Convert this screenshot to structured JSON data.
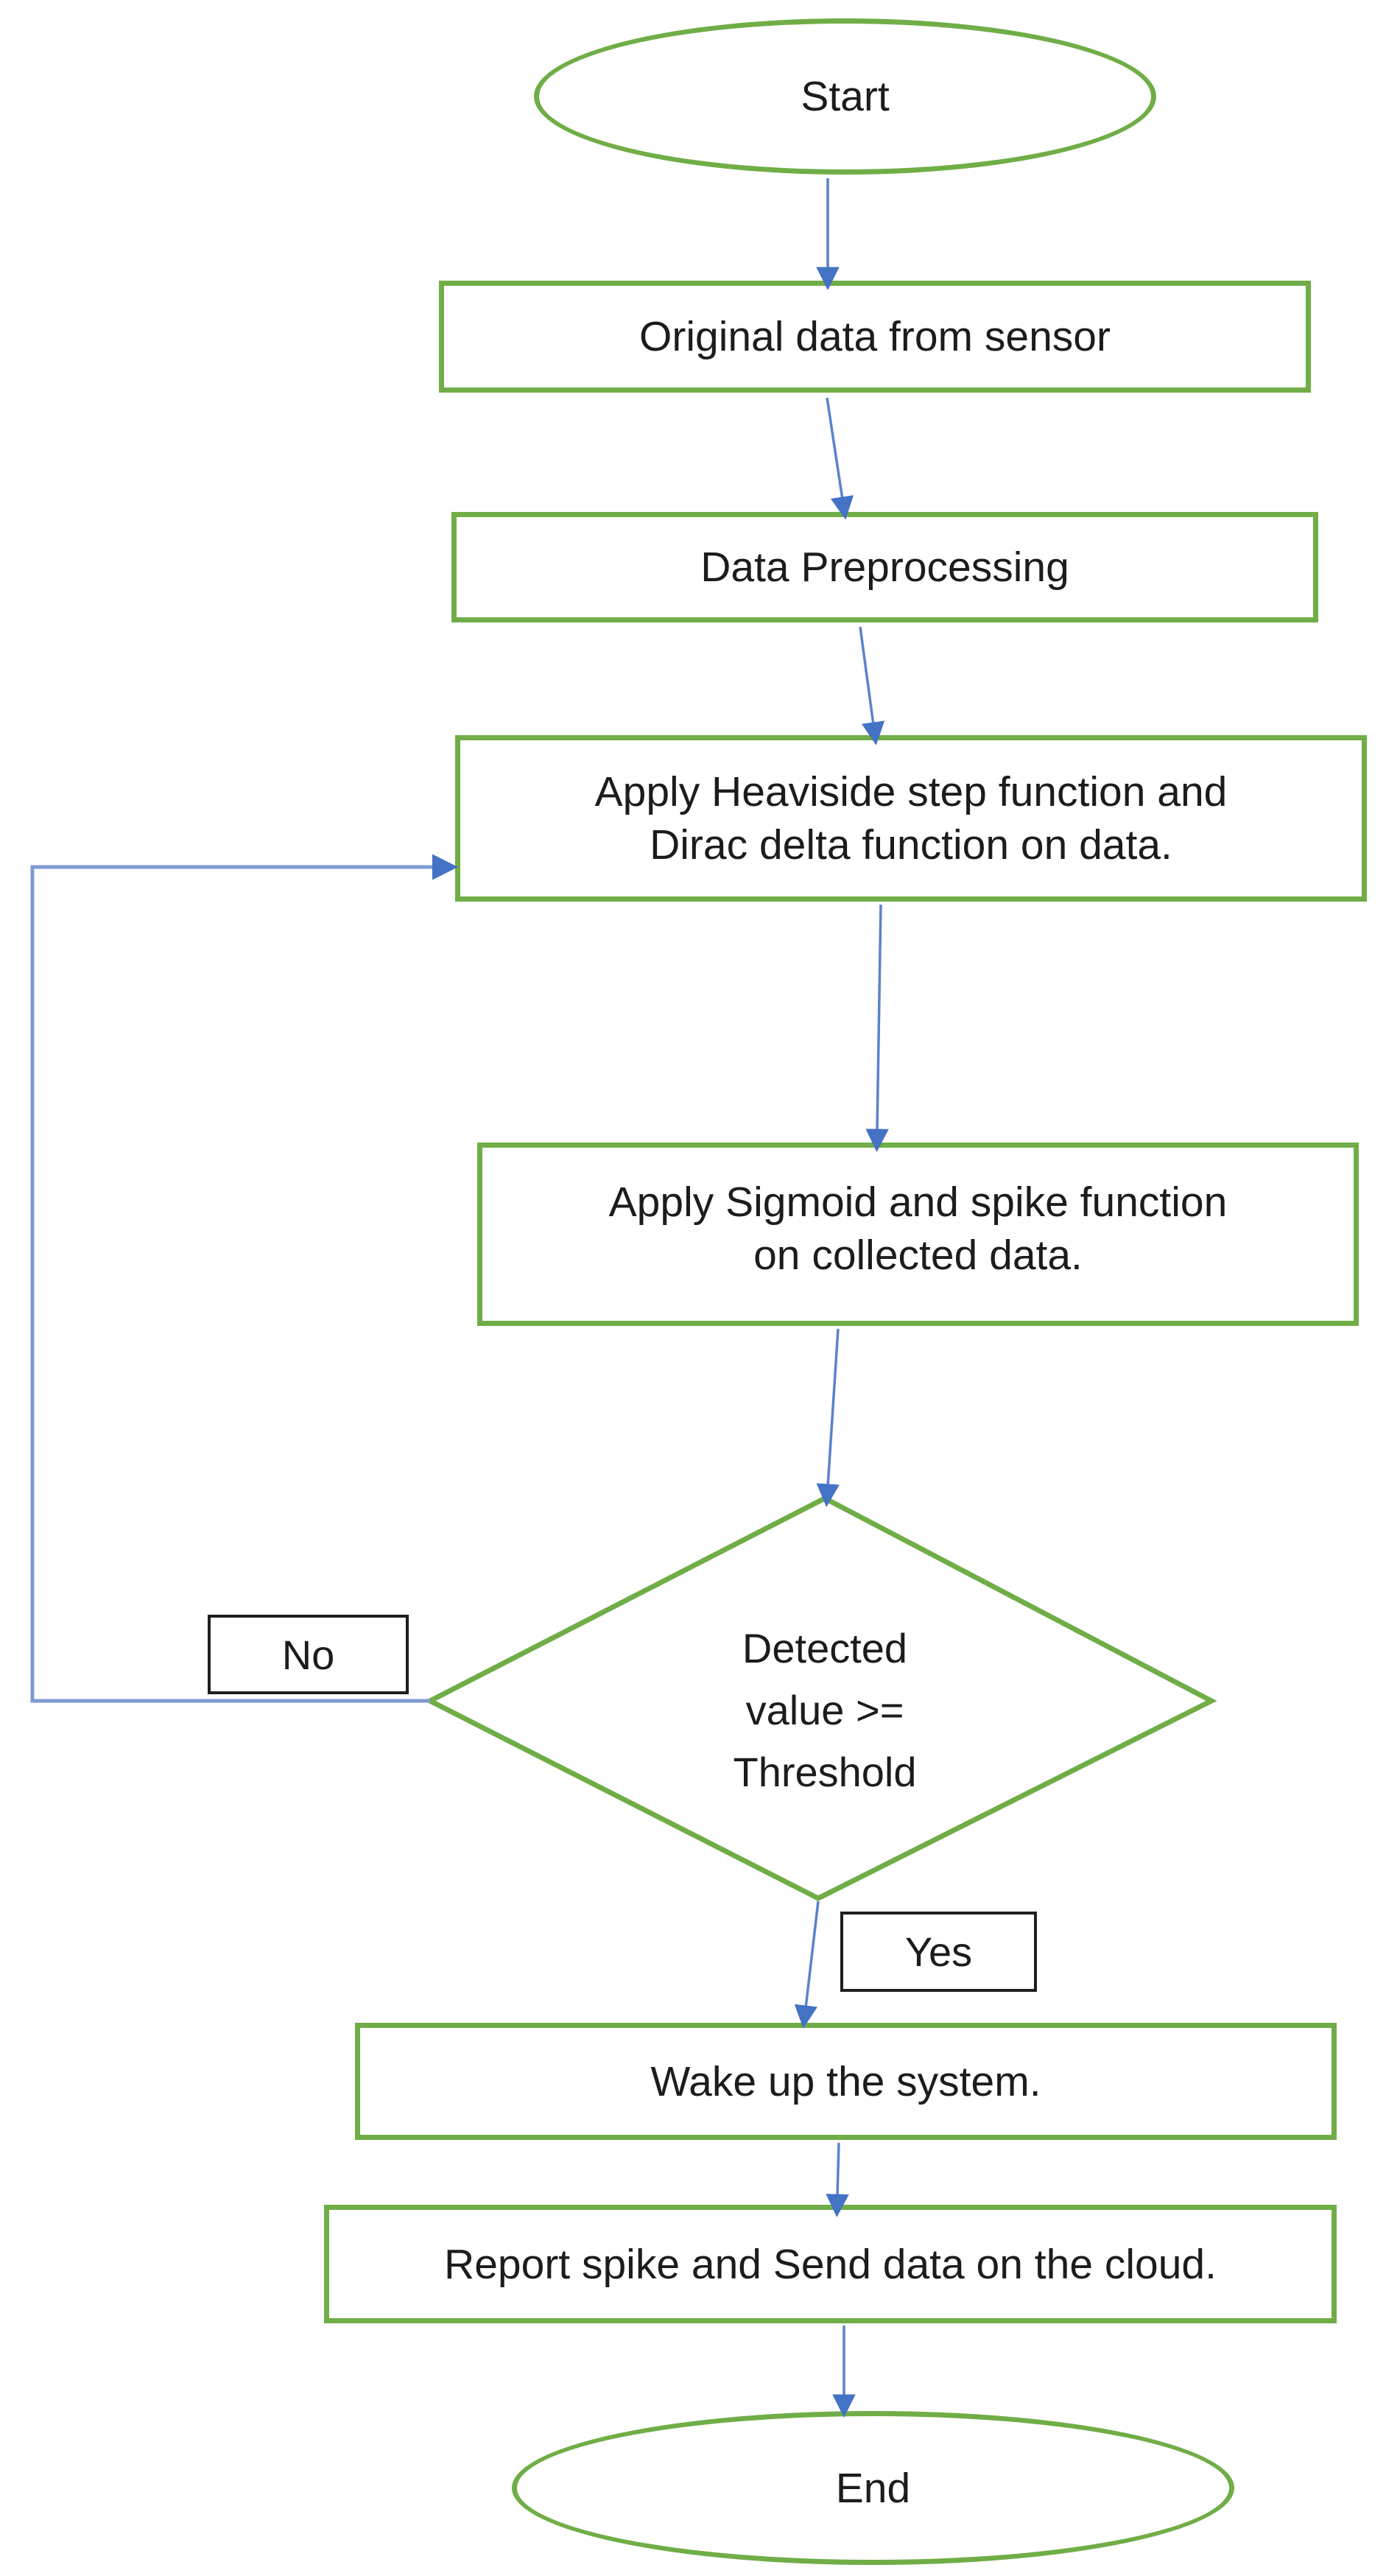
{
  "flowchart": {
    "nodes": {
      "start": {
        "label": "Start",
        "shape": "ellipse"
      },
      "original_data": {
        "label": "Original data from sensor",
        "shape": "rectangle"
      },
      "preprocessing": {
        "label": "Data Preprocessing",
        "shape": "rectangle"
      },
      "heaviside": {
        "full": "Apply Heaviside step function and Dirac delta function on data.",
        "lines": [
          "Apply Heaviside step function and",
          "Dirac delta function on data."
        ],
        "shape": "rectangle"
      },
      "sigmoid": {
        "full": "Apply Sigmoid and spike function on collected data.",
        "lines": [
          "Apply Sigmoid and spike function",
          "on collected data."
        ],
        "shape": "rectangle"
      },
      "decision": {
        "full": "Detected value >= Threshold",
        "lines": [
          "Detected",
          "value >=",
          "Threshold"
        ],
        "shape": "diamond"
      },
      "wake": {
        "label": "Wake up the system.",
        "shape": "rectangle"
      },
      "report": {
        "label": "Report spike and Send data on the cloud.",
        "shape": "rectangle"
      },
      "end": {
        "label": "End",
        "shape": "ellipse"
      }
    },
    "edge_labels": {
      "no": "No",
      "yes": "Yes"
    },
    "edges": [
      {
        "from": "start",
        "to": "original_data"
      },
      {
        "from": "original_data",
        "to": "preprocessing"
      },
      {
        "from": "preprocessing",
        "to": "heaviside"
      },
      {
        "from": "heaviside",
        "to": "sigmoid"
      },
      {
        "from": "sigmoid",
        "to": "decision"
      },
      {
        "from": "decision",
        "to": "heaviside",
        "label": "No"
      },
      {
        "from": "decision",
        "to": "wake",
        "label": "Yes"
      },
      {
        "from": "wake",
        "to": "report"
      },
      {
        "from": "report",
        "to": "end"
      }
    ],
    "colors": {
      "shape_border": "#70AD47",
      "connector_line": "#5b82cc",
      "connector_line_light": "#7e9ad4",
      "arrowhead": "#4472C4",
      "label_box_border": "#1f1f1f",
      "text": "#1c1c1c",
      "background": "#ffffff"
    }
  }
}
